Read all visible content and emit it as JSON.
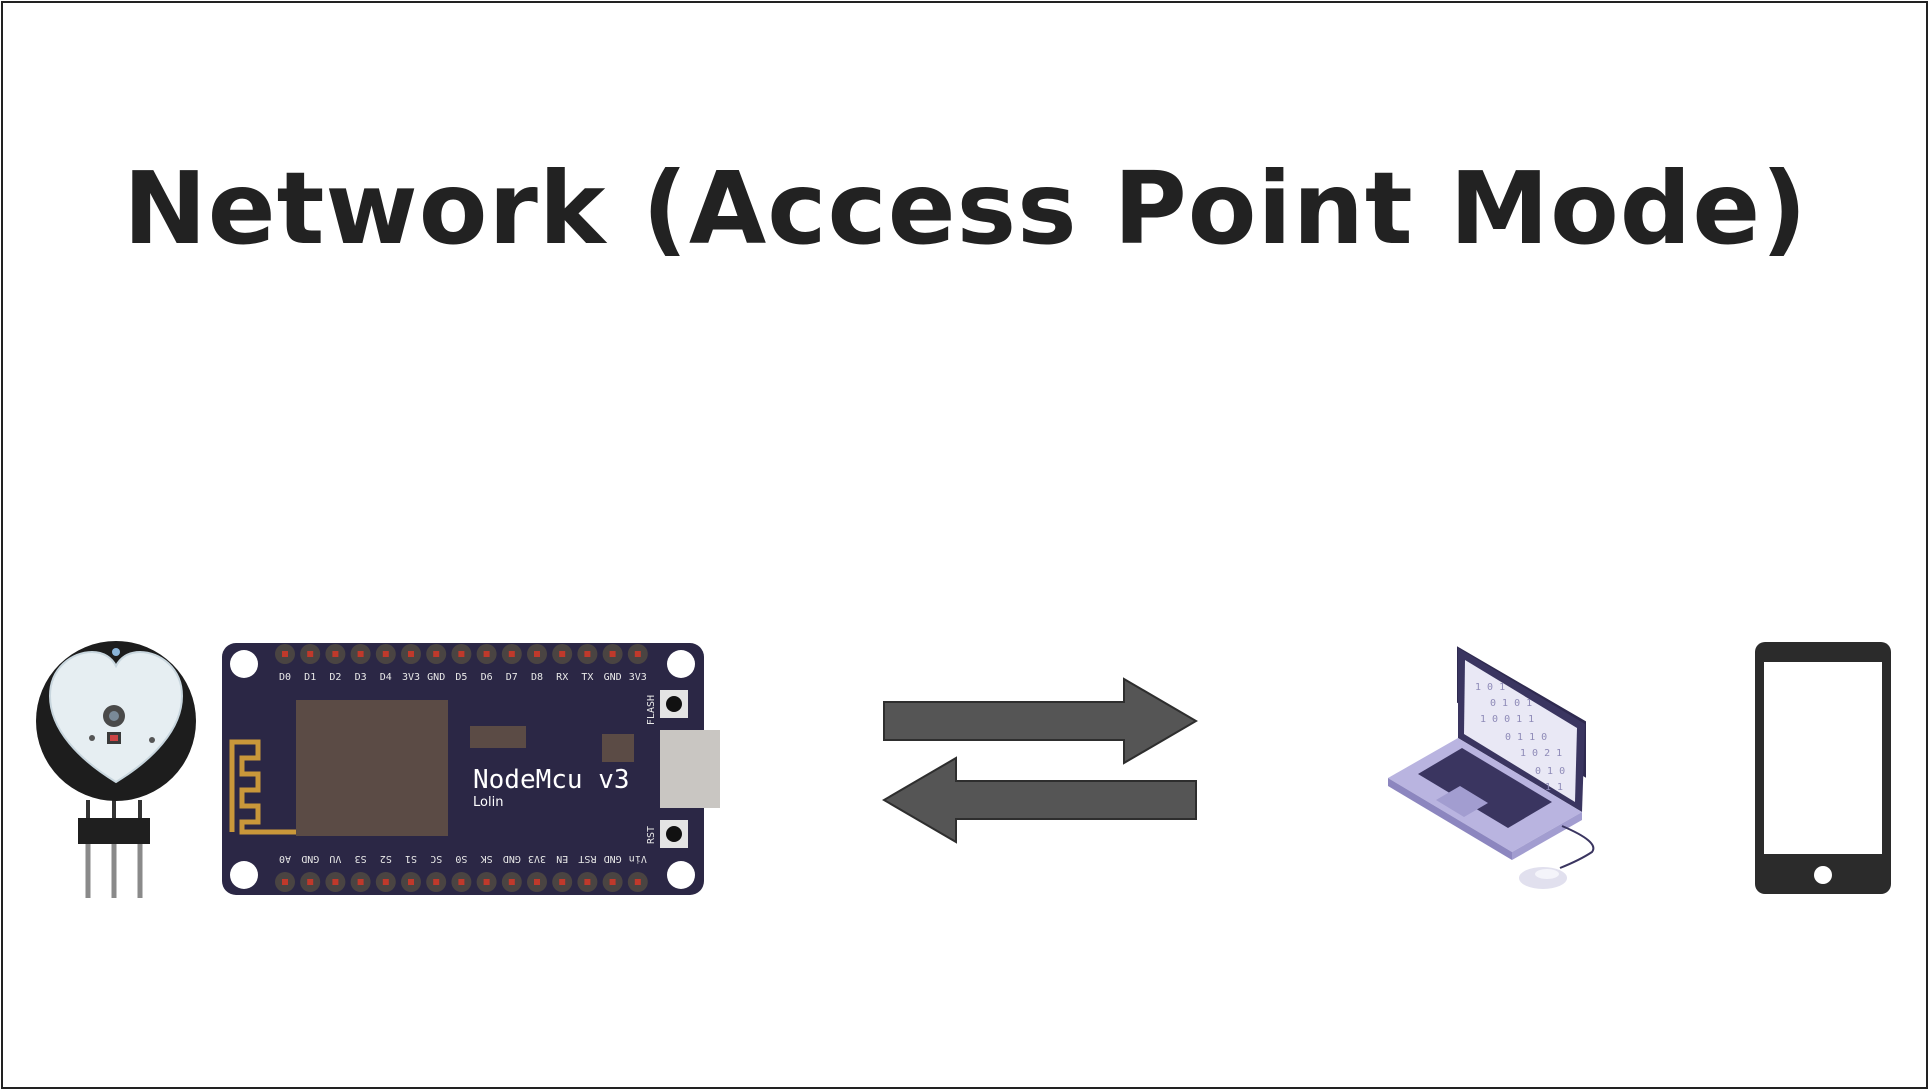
{
  "title": "Network (Access Point Mode)",
  "colors": {
    "text": "#222222",
    "board": "#2b2745",
    "chip": "#5b4b45",
    "arrow": "#555555",
    "laptop": "#b9b4e0",
    "phone": "#2b2b2b"
  },
  "board": {
    "name": "NodeMcu v3",
    "subtitle": "Lolin",
    "flash_label": "FLASH",
    "rst_label": "RST",
    "top_pins": [
      "D0",
      "D1",
      "D2",
      "D3",
      "D4",
      "3V3",
      "GND",
      "D5",
      "D6",
      "D7",
      "D8",
      "RX",
      "TX",
      "GND",
      "3V3"
    ],
    "bottom_pins": [
      "A0",
      "GND",
      "VU",
      "S3",
      "S2",
      "S1",
      "SC",
      "S0",
      "SK",
      "GND",
      "3V3",
      "EN",
      "RST",
      "GND",
      "Vin"
    ]
  },
  "icons": {
    "sensor": "pulse-sensor-icon",
    "board": "nodemcu-board-icon",
    "arrows": "bidirectional-arrows-icon",
    "laptop": "laptop-icon",
    "phone": "smartphone-icon"
  }
}
